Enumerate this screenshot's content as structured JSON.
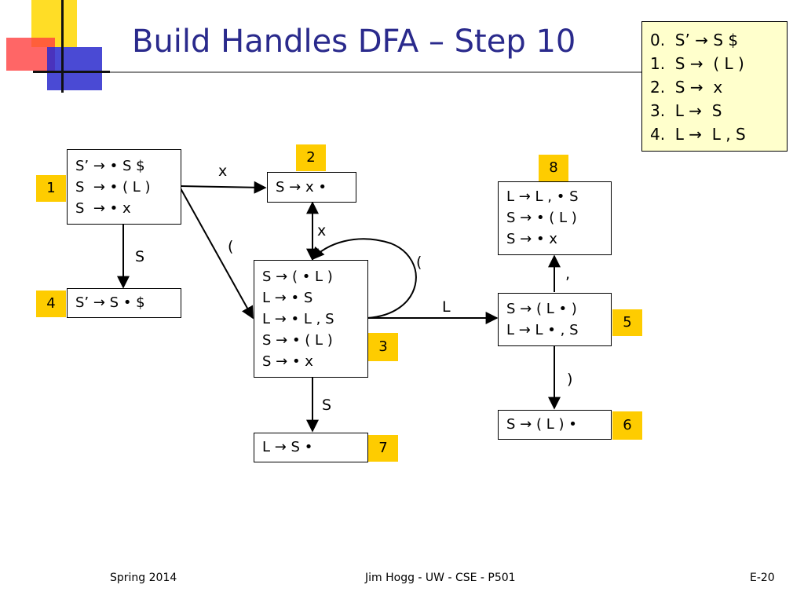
{
  "slide": {
    "title": "Build Handles DFA – Step 10"
  },
  "grammar": [
    "0.  S’ → S $",
    "1.  S →  ( L )",
    "2.  S →  x",
    "3.  L →  S",
    "4.  L →  L , S"
  ],
  "states": {
    "s1": {
      "number": "1",
      "items": [
        "S’ → • S $",
        "S  → • ( L )",
        "S  → • x"
      ]
    },
    "s2": {
      "number": "2",
      "items": [
        "S → x •"
      ]
    },
    "s3": {
      "number": "3",
      "items": [
        "S → ( • L )",
        "L → • S",
        "L → • L , S",
        "S → • ( L )",
        "S → • x"
      ]
    },
    "s4": {
      "number": "4",
      "items": [
        "S’ → S • $"
      ]
    },
    "s5": {
      "number": "5",
      "items": [
        "S → ( L • )",
        "L → L • , S"
      ]
    },
    "s6": {
      "number": "6",
      "items": [
        "S → ( L ) •"
      ]
    },
    "s7": {
      "number": "7",
      "items": [
        "L → S •"
      ]
    },
    "s8": {
      "number": "8",
      "items": [
        "L → L , • S",
        "S → • ( L )",
        "S → • x"
      ]
    }
  },
  "edges": {
    "s1_s2": "x",
    "s1_s3": "(",
    "s1_s4": "S",
    "s3_s2": "x",
    "s3_s3": "(",
    "s3_s5": "L",
    "s3_s7": "S",
    "s5_s8": ",",
    "s5_s6": ")"
  },
  "footer": {
    "left": "Spring 2014",
    "center": "Jim Hogg - UW - CSE - P501",
    "right": "E-20"
  }
}
